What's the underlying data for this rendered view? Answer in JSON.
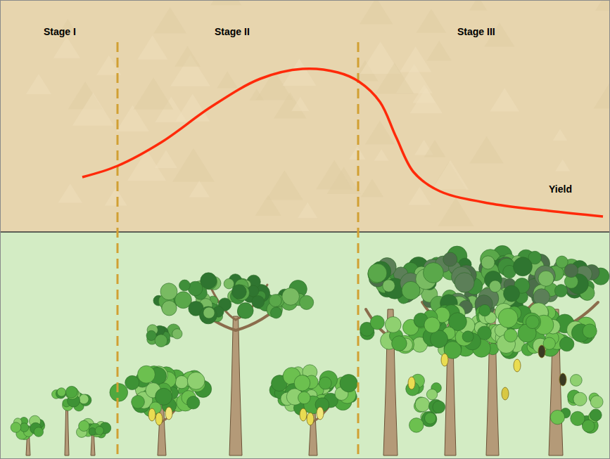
{
  "diagram": {
    "labels": [
      "Stage I",
      "Stage II",
      "Stage III",
      "Yield"
    ]
  }
}
